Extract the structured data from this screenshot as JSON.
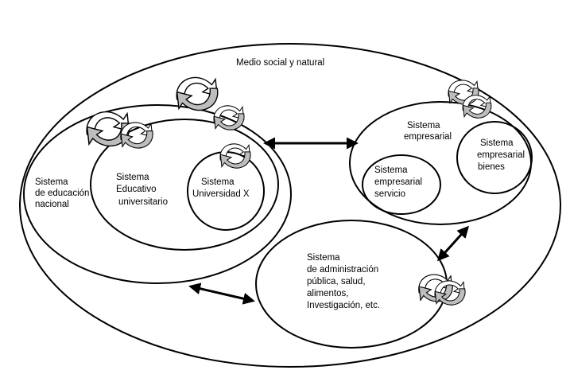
{
  "diagram": {
    "outer_label": "Medio social y natural",
    "education": {
      "national_lines": [
        "Sistema",
        "de educación",
        "nacional"
      ],
      "university_system_lines": [
        "Sistema",
        "Educativo",
        "universitario"
      ],
      "university_x_lines": [
        "Sistema",
        "Universidad X"
      ]
    },
    "business": {
      "main_lines": [
        "Sistema",
        "empresarial"
      ],
      "goods_lines": [
        "Sistema",
        "empresarial",
        "bienes"
      ],
      "service_lines": [
        "Sistema",
        "empresarial",
        "servicio"
      ]
    },
    "public_admin_lines": [
      "Sistema",
      "de administración",
      "pública, salud,",
      "alimentos,",
      "Investigación, etc."
    ],
    "icons": {
      "cycle": "cycle-arrows-icon",
      "connector": "double-arrow-icon"
    },
    "colors": {
      "stroke": "#000000",
      "cycle_shade": "#bdbdbd",
      "background": "#ffffff"
    }
  }
}
